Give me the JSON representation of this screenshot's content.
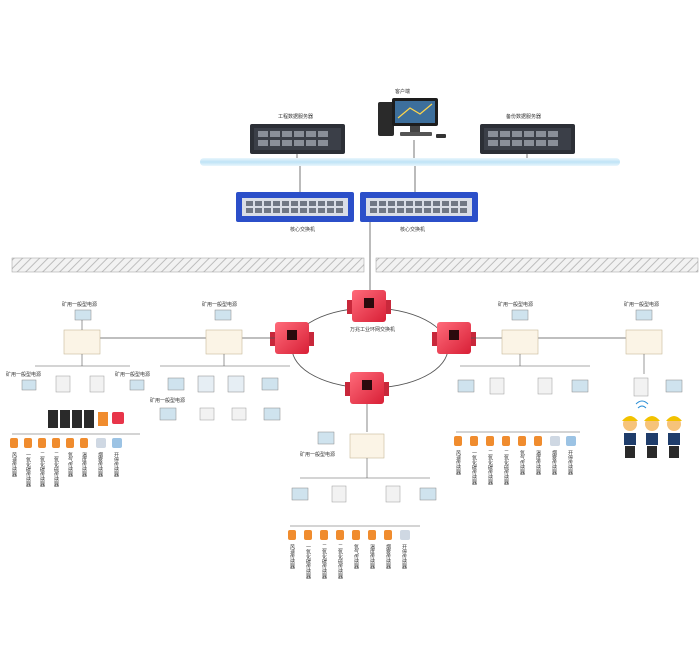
{
  "servers": {
    "left_label": "工程数据服务器",
    "workstation_label": "客户端",
    "right_label": "备份数据服务器"
  },
  "core_switches": {
    "left_label": "核心交换机",
    "right_label": "核心交换机"
  },
  "ring_switch_label": "万兆工业环网交换机",
  "generic_label": "矿用一般型电源",
  "branch_left": {
    "sensor_labels": [
      "风速传感器",
      "一氧化碳传感器",
      "二氧化碳传感器",
      "二氧化硫传感器",
      "氧气传感器",
      "温度传感器",
      "烟雾传感器",
      "开停传感器"
    ]
  },
  "branch_bottom": {
    "sensor_labels": [
      "风速传感器",
      "一氧化碳传感器",
      "二氧化碳传感器",
      "二氧化硫传感器",
      "氧气传感器",
      "温度传感器",
      "烟雾传感器",
      "开停传感器"
    ]
  },
  "branch_right": {
    "sensor_labels": [
      "风速传感器",
      "一氧化碳传感器",
      "二氧化碳传感器",
      "二氧化硫传感器",
      "氧气传感器",
      "温度传感器",
      "烟雾传感器",
      "开停传感器"
    ]
  },
  "colors": {
    "ring_red": "#e8354a",
    "switch_blue": "#2b4fc9",
    "sensor_orange": "#f08c2e",
    "backbone": "#cfe9f7"
  }
}
